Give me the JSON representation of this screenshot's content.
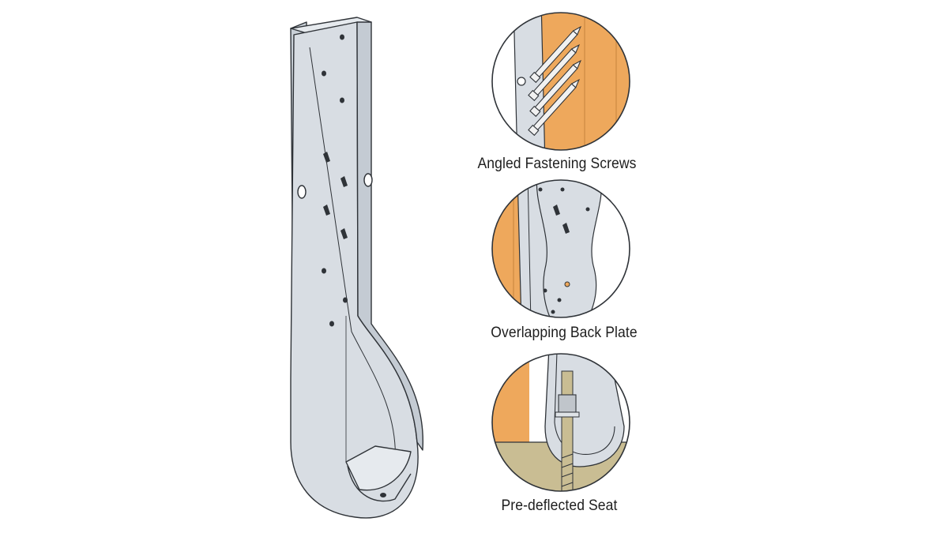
{
  "colors": {
    "metal": "#d8dde3",
    "metal_light": "#e6eaee",
    "metal_shadow": "#bcc3cb",
    "outline": "#2f3338",
    "wood": "#eea85c",
    "wood_edge": "#c7833c",
    "concrete": "#c9bd93",
    "screw": "#f1f1f1"
  },
  "callouts": [
    {
      "id": "screws",
      "label": "Angled Fastening Screws"
    },
    {
      "id": "backplate",
      "label": "Overlapping Back Plate"
    },
    {
      "id": "seat",
      "label": "Pre-deflected Seat"
    }
  ]
}
